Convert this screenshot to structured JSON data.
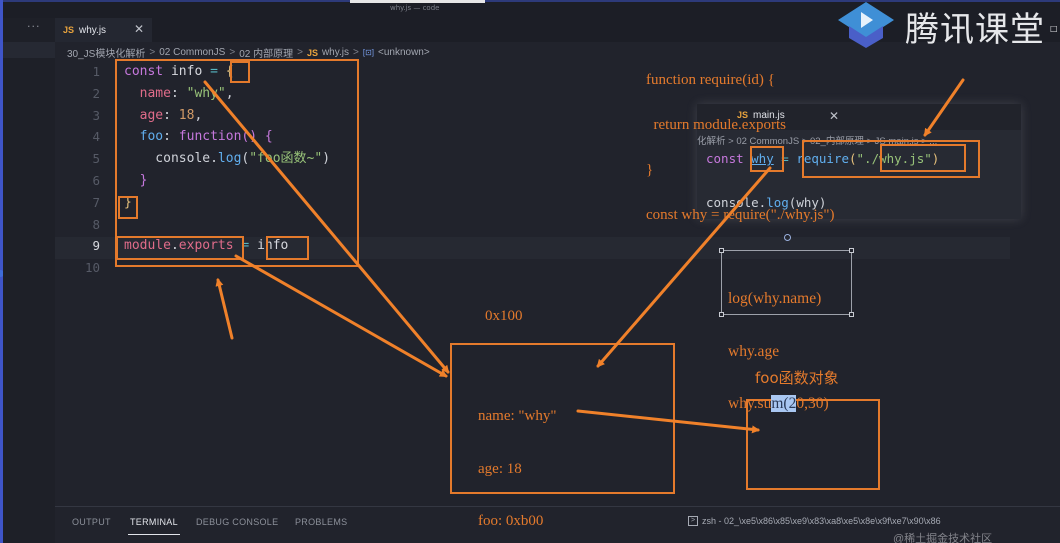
{
  "window": {
    "title": "why.js — code"
  },
  "sidebar": {
    "more_label": "···"
  },
  "tab": {
    "badge": "JS",
    "label": "why.js",
    "close": "✕"
  },
  "breadcrumb": {
    "items": [
      "30_JS模块化解析",
      "02 CommonJS",
      "02 内部原理"
    ],
    "file_badge": "JS",
    "file": "why.js",
    "symbol_icon": "[⊡]",
    "symbol": "<unknown>",
    "separator": ">"
  },
  "editor": {
    "line_numbers": [
      "1",
      "2",
      "3",
      "4",
      "5",
      "6",
      "7",
      "8",
      "9",
      "10"
    ],
    "active_line": 9,
    "lines": [
      [
        {
          "t": "const ",
          "c": "kw"
        },
        {
          "t": "info",
          "c": "var"
        },
        {
          "t": " = ",
          "c": "op"
        },
        {
          "t": "{",
          "c": "brace"
        }
      ],
      [
        {
          "t": "  name",
          "c": "prop"
        },
        {
          "t": ": ",
          "c": "plain"
        },
        {
          "t": "\"why\"",
          "c": "str"
        },
        {
          "t": ",",
          "c": "plain"
        }
      ],
      [
        {
          "t": "  age",
          "c": "prop"
        },
        {
          "t": ": ",
          "c": "plain"
        },
        {
          "t": "18",
          "c": "num"
        },
        {
          "t": ",",
          "c": "plain"
        }
      ],
      [
        {
          "t": "  foo",
          "c": "fn"
        },
        {
          "t": ": ",
          "c": "plain"
        },
        {
          "t": "function",
          "c": "kw"
        },
        {
          "t": "() {",
          "c": "kw"
        }
      ],
      [
        {
          "t": "    console.",
          "c": "plain"
        },
        {
          "t": "log",
          "c": "fn"
        },
        {
          "t": "(",
          "c": "plain"
        },
        {
          "t": "\"foo函数~\"",
          "c": "str"
        },
        {
          "t": ")",
          "c": "plain"
        }
      ],
      [
        {
          "t": "  }",
          "c": "kw"
        }
      ],
      [
        {
          "t": "}",
          "c": "brace"
        }
      ],
      [],
      [
        {
          "t": "module",
          "c": "prop"
        },
        {
          "t": ".",
          "c": "plain"
        },
        {
          "t": "exports",
          "c": "prop"
        },
        {
          "t": " = ",
          "c": "op"
        },
        {
          "t": "info",
          "c": "var"
        }
      ],
      []
    ]
  },
  "annotations": {
    "require_fn": [
      "function require(id) {",
      "  return module.exports",
      "}",
      "const why = require(\"./why.js\")"
    ],
    "address_label": "0x100",
    "object_fields": [
      "name: \"why\"",
      "age: 18",
      "foo: 0xb00"
    ],
    "foo_label": "foo函数对象",
    "textbox_lines": [
      "log(why.name)",
      "why.age"
    ],
    "textbox_line3_pre": "why.su",
    "textbox_line3_sel": "m(2",
    "textbox_line3_post": "0,30)"
  },
  "mini_editor": {
    "tab_badge": "JS",
    "tab_label": "main.js",
    "tab_close": "✕",
    "breadcrumb": "化解析 > 02 CommonJS > 02_内部原理 > JS main.js > ...",
    "line1": {
      "kw": "const ",
      "var": "why",
      "op": " = ",
      "fn": "require",
      "open": "(",
      "str": "\"./why.js\"",
      "close": ")"
    },
    "line3": {
      "obj": "console.",
      "fn": "log",
      "args": "(why)"
    }
  },
  "logo": {
    "text": "腾讯课堂",
    "suffix": "□"
  },
  "panel": {
    "tabs": [
      "OUTPUT",
      "TERMINAL",
      "DEBUG CONSOLE",
      "PROBLEMS"
    ],
    "active_tab": "TERMINAL",
    "terminal_icon": ">",
    "terminal_name": "zsh - 02_\\xe5\\x86\\x85\\xe9\\x83\\xa8\\xe5\\x8e\\x9f\\xe7\\x90\\x86",
    "watermark": "@稀土掘金技术社区"
  },
  "colors": {
    "annotation": "#e47a2c",
    "background": "#21232c",
    "keyword": "#c678dd",
    "string": "#98c379",
    "property": "#e06c8a",
    "function": "#61afef",
    "selection": "#a9c7f2"
  }
}
